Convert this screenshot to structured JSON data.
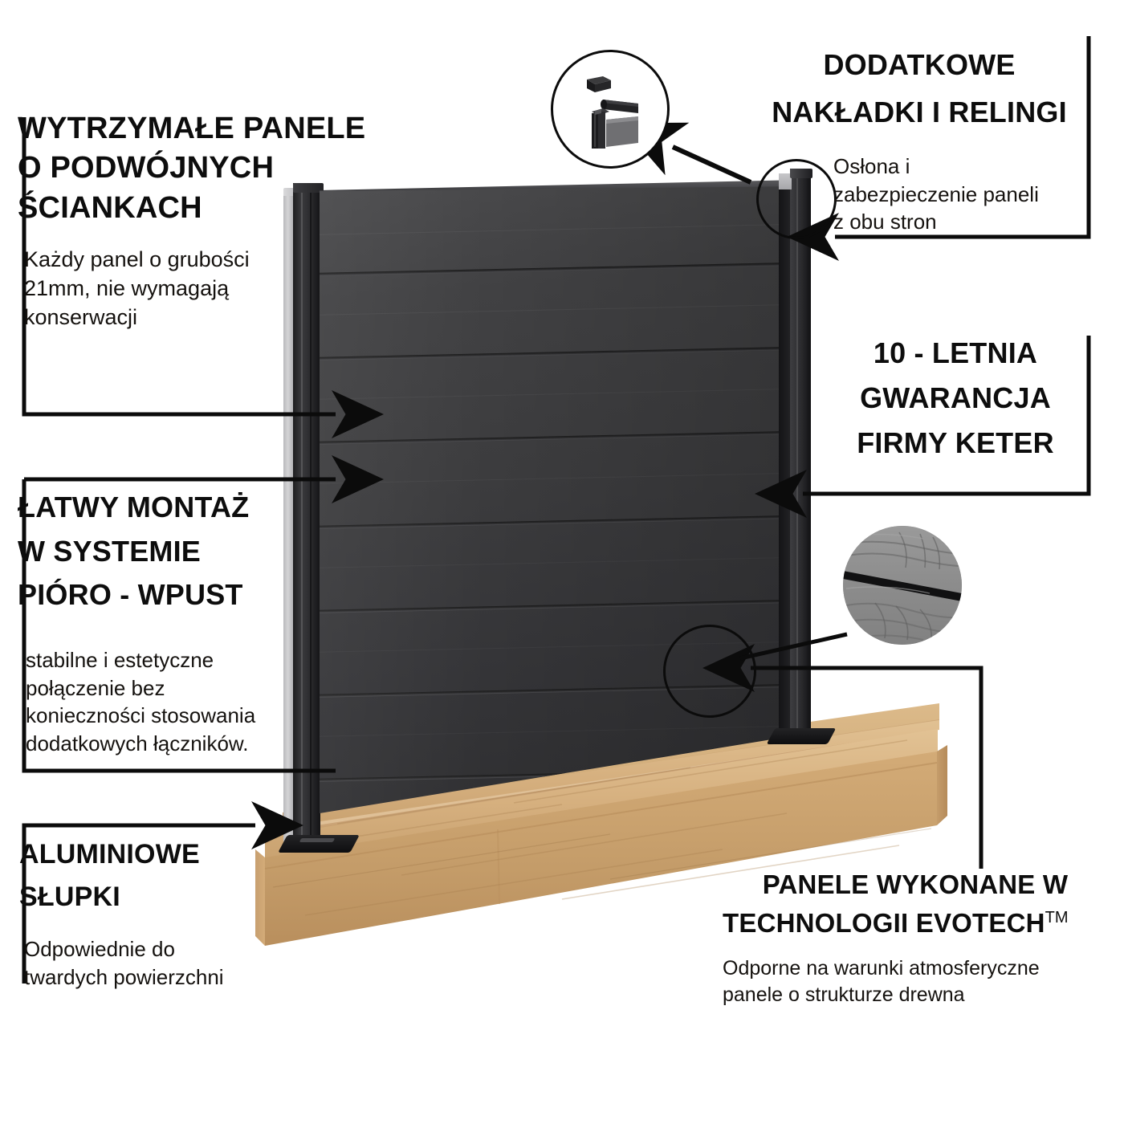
{
  "page": {
    "title": "Keter EVOTECH fence panel system infographic",
    "language": "pl",
    "background": "#ffffff",
    "text_color": "#0d0d0d",
    "panel_color": "#3a3a3c",
    "post_color": "#2b2b2d",
    "deck_color": "#d2ab76"
  },
  "callouts": {
    "panels": {
      "heading_lines": [
        "WYTRZYMAŁE PANELE",
        "O PODWÓJNYCH",
        "ŚCIANKACH"
      ],
      "body_lines": [
        "Każdy panel o grubości",
        "21mm, nie wymagają",
        "konserwacji"
      ]
    },
    "rails": {
      "heading_lines": [
        "DODATKOWE",
        "NAKŁADKI I RELINGI"
      ],
      "body_lines": [
        "Osłona i",
        "zabezpieczenie paneli",
        "z obu stron"
      ]
    },
    "warranty": {
      "heading_lines": [
        "10 - LETNIA",
        "GWARANCJA",
        "FIRMY KETER"
      ],
      "body_lines": []
    },
    "assembly": {
      "heading_lines": [
        "ŁATWY MONTAŻ",
        "W SYSTEMIE",
        "PIÓRO - WPUST"
      ],
      "body_lines": [
        "stabilne i estetyczne",
        "połączenie bez",
        "konieczności stosowania",
        "dodatkowych łączników."
      ]
    },
    "posts": {
      "heading_lines": [
        "ALUMINIOWE",
        "SŁUPKI"
      ],
      "body_lines": [
        "Odpowiednie do",
        "twardych powierzchni"
      ]
    },
    "evotech": {
      "heading_line_1": "PANELE WYKONANE  W",
      "heading_line_2": "TECHNOLOGII EVOTECH",
      "trademark": "TM",
      "body_lines": [
        "Odporne na warunki atmosferyczne",
        "panele o strukturze drewna"
      ]
    }
  },
  "icons": {
    "post_cap": "post-cap-icon",
    "rail": "rail-bar-icon",
    "post_top": "post-top-icon",
    "arrow": "arrow-icon",
    "magnifier": "magnifier-circle-icon"
  }
}
